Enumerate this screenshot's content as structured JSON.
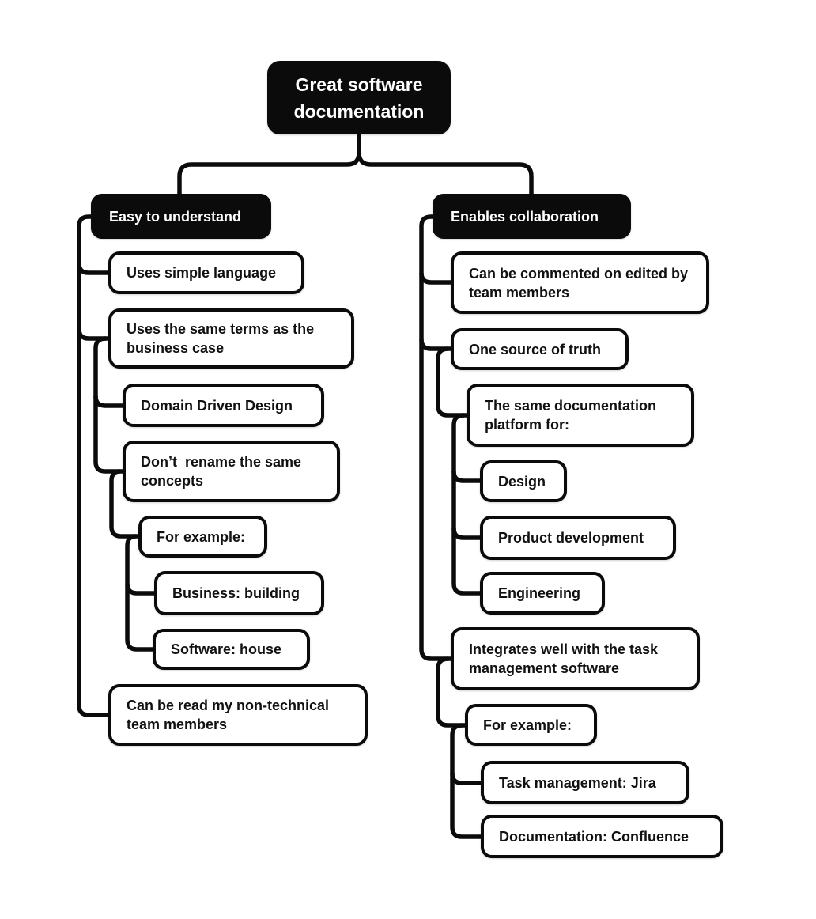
{
  "title": "Great software documentation mind map",
  "colors": {
    "background": "#ffffff",
    "node_fill": "#ffffff",
    "node_border": "#0b0b0b",
    "dark_node_fill": "#0b0b0b",
    "dark_node_text": "#ffffff",
    "text": "#111111",
    "connector": "#0b0b0b"
  },
  "diagram": {
    "root": {
      "label": "Great software documentation"
    },
    "branches": [
      {
        "label": "Easy to understand",
        "children": [
          {
            "label": "Uses simple language"
          },
          {
            "label": "Uses the same terms as the business case",
            "children": [
              {
                "label": "Domain Driven Design"
              },
              {
                "label": "Don’t  rename the same concepts",
                "children": [
                  {
                    "label": "For example:",
                    "children": [
                      {
                        "label": "Business: building"
                      },
                      {
                        "label": "Software: house"
                      }
                    ]
                  }
                ]
              }
            ]
          },
          {
            "label": "Can be read my non-technical team members"
          }
        ]
      },
      {
        "label": "Enables collaboration",
        "children": [
          {
            "label": "Can be commented on edited by team members"
          },
          {
            "label": "One source of truth",
            "children": [
              {
                "label": "The same documentation platform for:",
                "children": [
                  {
                    "label": "Design"
                  },
                  {
                    "label": "Product development"
                  },
                  {
                    "label": "Engineering"
                  }
                ]
              }
            ]
          },
          {
            "label": "Integrates well with the task management software",
            "children": [
              {
                "label": "For example:",
                "children": [
                  {
                    "label": "Task management: Jira"
                  },
                  {
                    "label": "Documentation: Confluence"
                  }
                ]
              }
            ]
          }
        ]
      }
    ]
  }
}
